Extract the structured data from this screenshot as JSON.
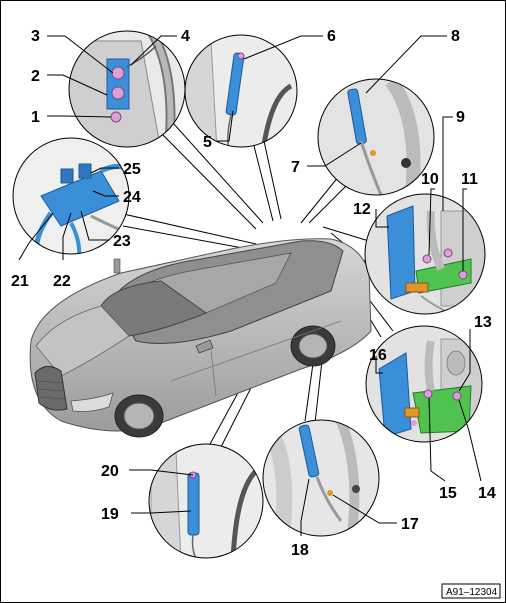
{
  "figure_ref": "A91–12304",
  "colors": {
    "car_body": "#b9b9b9",
    "car_dark": "#8a8a8a",
    "component_blue": "#3b8fd8",
    "component_green": "#4fc24f",
    "connector_pink": "#d9a0d9",
    "connector_orange": "#e0962a",
    "detail_bg": "#e6e6e6"
  },
  "callouts": {
    "c1": "1",
    "c2": "2",
    "c3": "3",
    "c4": "4",
    "c5": "5",
    "c6": "6",
    "c7": "7",
    "c8": "8",
    "c9": "9",
    "c10": "10",
    "c11": "11",
    "c12": "12",
    "c13": "13",
    "c14": "14",
    "c15": "15",
    "c16": "16",
    "c17": "17",
    "c18": "18",
    "c19": "19",
    "c20": "20",
    "c21": "21",
    "c22": "22",
    "c23": "23",
    "c24": "24",
    "c25": "25"
  }
}
